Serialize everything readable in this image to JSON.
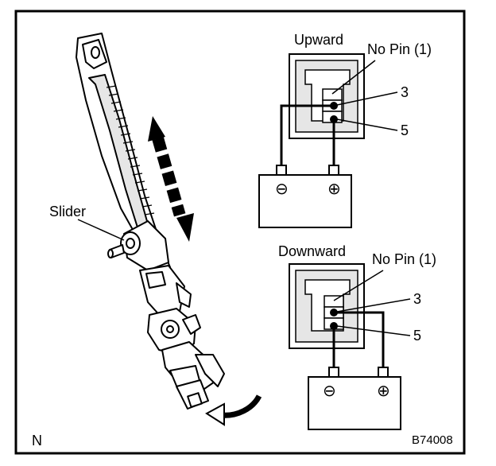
{
  "labels": {
    "slider": "Slider",
    "upward": "Upward",
    "downward": "Downward",
    "no_pin_upper": "No Pin (1)",
    "no_pin_lower": "No Pin (1)",
    "pin3_upper": "3",
    "pin5_upper": "5",
    "pin3_lower": "3",
    "pin5_lower": "5",
    "corner_mark": "N",
    "figure_code": "B74008"
  },
  "battery_symbols": {
    "negative": "⊖",
    "positive": "⊕"
  }
}
